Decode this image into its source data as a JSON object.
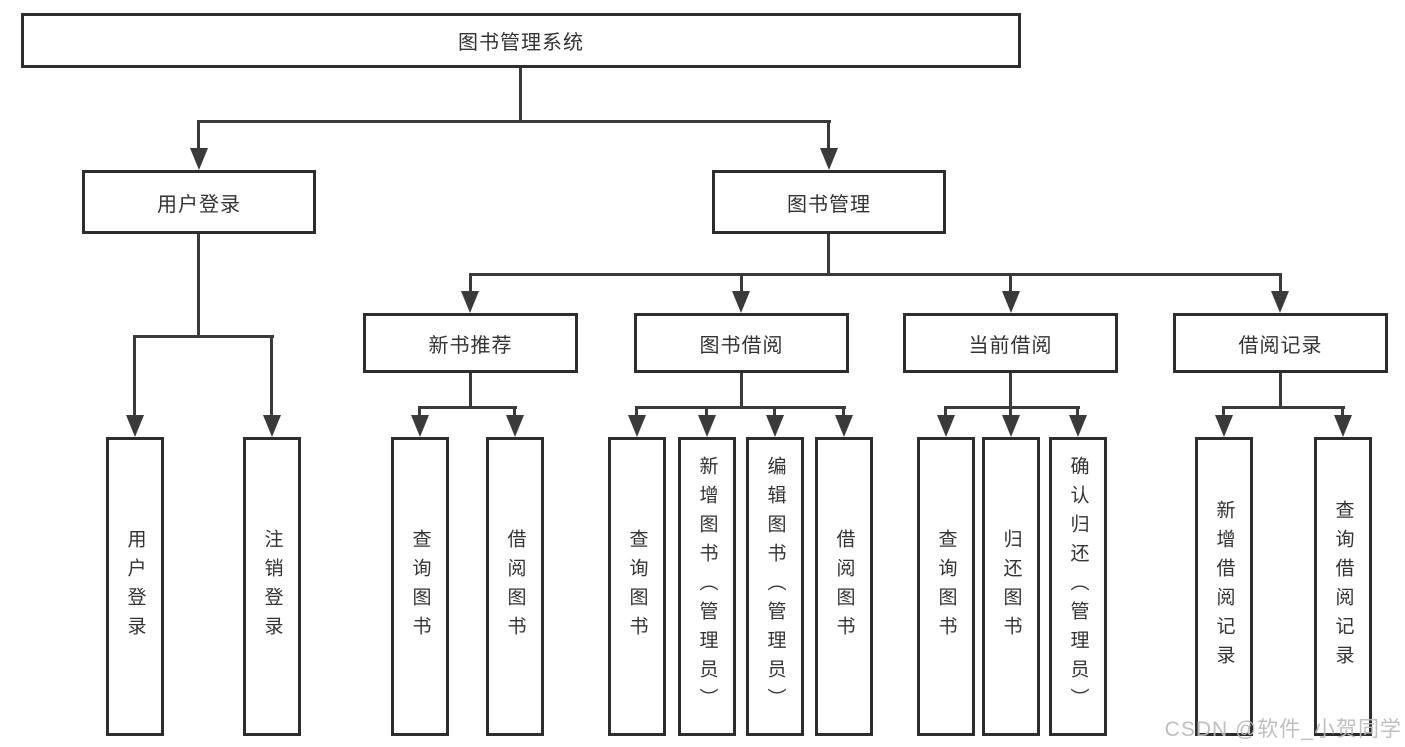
{
  "diagram": {
    "type": "hierarchy-tree",
    "tree": {
      "label": "图书管理系统",
      "children": [
        {
          "label": "用户登录",
          "children": [
            {
              "label": "用户登录"
            },
            {
              "label": "注销登录"
            }
          ]
        },
        {
          "label": "图书管理",
          "children": [
            {
              "label": "新书推荐",
              "children": [
                {
                  "label": "查询图书"
                },
                {
                  "label": "借阅图书"
                }
              ]
            },
            {
              "label": "图书借阅",
              "children": [
                {
                  "label": "查询图书"
                },
                {
                  "label": "新增图书（管理员）"
                },
                {
                  "label": "编辑图书（管理员）"
                },
                {
                  "label": "借阅图书"
                }
              ]
            },
            {
              "label": "当前借阅",
              "children": [
                {
                  "label": "查询图书"
                },
                {
                  "label": "归还图书"
                },
                {
                  "label": "确认归还（管理员）"
                }
              ]
            },
            {
              "label": "借阅记录",
              "children": [
                {
                  "label": "新增借阅记录"
                },
                {
                  "label": "查询借阅记录"
                }
              ]
            }
          ]
        }
      ]
    },
    "colors": {
      "line": "#3a3a3a",
      "box_border": "#2d2d2d",
      "box_fill": "#ffffff",
      "text": "#333333",
      "background": "#ffffff",
      "watermark": "#bcbcbc"
    }
  },
  "watermark": {
    "text": "CSDN @软件_小贺同学"
  }
}
